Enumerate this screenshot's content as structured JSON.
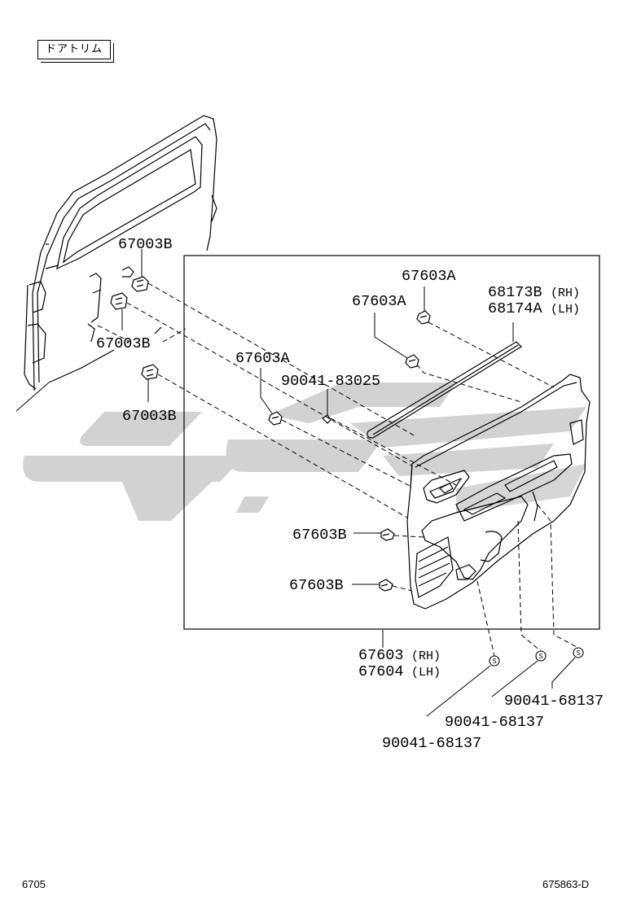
{
  "section_title": "ドアトリム",
  "watermark": "carpart-logo",
  "icons": {
    "clip": "clip-icon",
    "screw": "screw-icon",
    "door_frame": "door-frame-icon",
    "trim_panel": "door-trim-panel-icon",
    "weatherstrip": "belt-weatherstrip-icon"
  },
  "parts": {
    "p67003b_top": "67003B",
    "p67003b_mid": "67003B",
    "p67003b_bottom": "67003B",
    "p67603a_top": "67603A",
    "p67603a_second": "67603A",
    "p67603a_third": "67603A",
    "p90041_83025": "90041-83025",
    "p68173b": "68173B",
    "p68173b_side": "(RH)",
    "p68174a": "68174A",
    "p68174a_side": "(LH)",
    "p67603b_upper": "67603B",
    "p67603b_lower": "67603B",
    "p67603": "67603",
    "p67603_side": "(RH)",
    "p67604": "67604",
    "p67604_side": "(LH)",
    "screw_1": "90041-68137",
    "screw_2": "90041-68137",
    "screw_3": "90041-68137"
  },
  "footer": {
    "page_code": "6705",
    "figure_code": "675863-D"
  }
}
